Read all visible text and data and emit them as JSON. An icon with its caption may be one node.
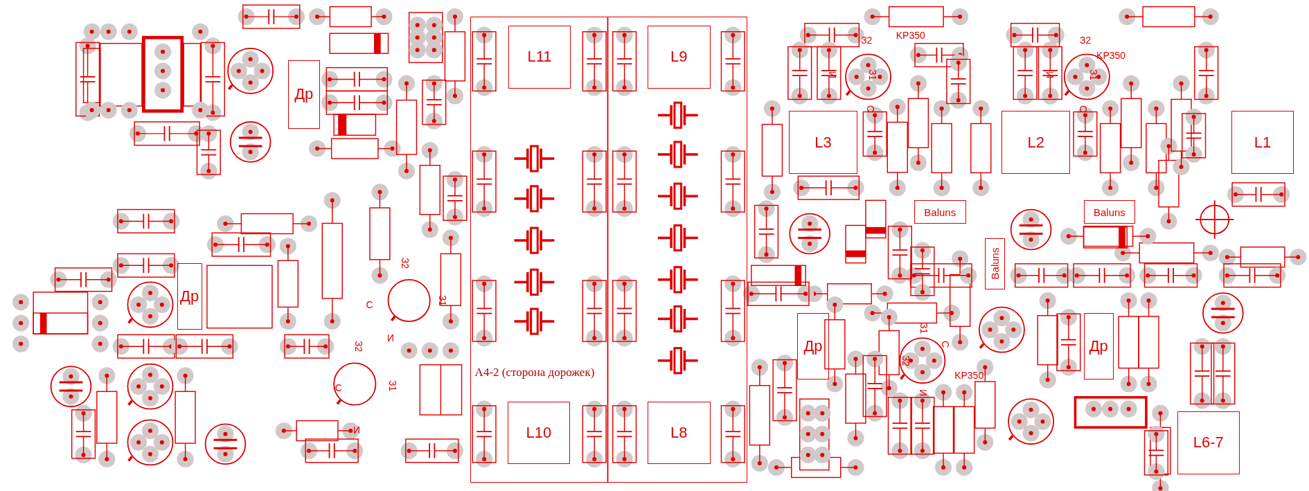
{
  "diagram": {
    "nodes": [
      {
        "text": [
          "Др"
        ]
      },
      {
        "text": [
          "A4-2 (сторона дорожек)"
        ]
      },
      {
        "text": [
          "L11"
        ],
        "in": 1
      },
      {
        "text": [
          "L9"
        ],
        "in": 1
      },
      {
        "text": [
          "L10"
        ],
        "in": 1
      },
      {
        "text": [
          "L8"
        ],
        "in": 1
      },
      {
        "text": [
          "L3"
        ]
      },
      {
        "text": [
          "L2"
        ]
      },
      {
        "text": [
          "L1"
        ]
      },
      {
        "text": [
          "Baluns"
        ]
      },
      {
        "text": [
          "Baluns"
        ]
      },
      {
        "text": [
          "Др"
        ]
      },
      {
        "text": [
          "Baluns"
        ]
      },
      {
        "text": [
          "Др"
        ]
      },
      {
        "text": [
          "Др"
        ]
      },
      {
        "text": [
          "L6-7"
        ]
      }
    ],
    "edges": [],
    "labels": [
      "З2",
      "KP350",
      "И",
      "З1",
      "С",
      "З2",
      "KP350",
      "И",
      "З1",
      "С",
      "З2",
      "З1",
      "С",
      "И",
      "З1",
      "З2",
      "С",
      "KP350",
      "И",
      "З2",
      "С",
      "З1",
      "И"
    ]
  }
}
